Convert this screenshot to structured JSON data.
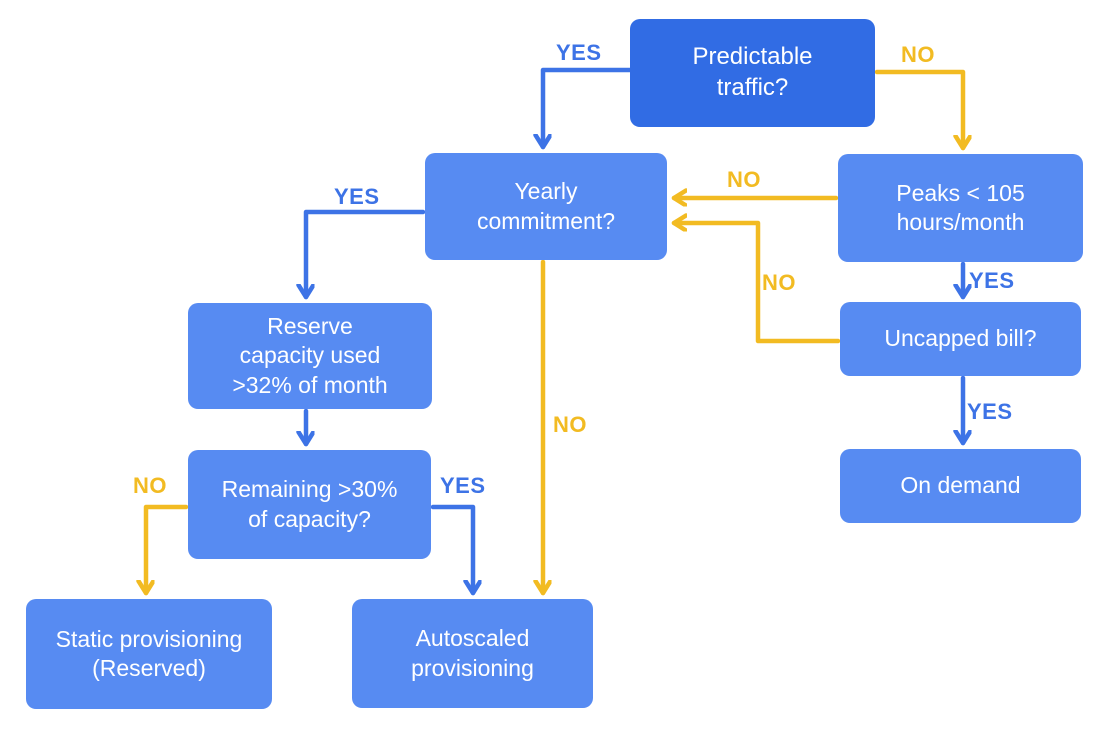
{
  "flowchart": {
    "nodes": {
      "predictable": {
        "label": "Predictable\ntraffic?"
      },
      "yearly": {
        "label": "Yearly\ncommitment?"
      },
      "peaks": {
        "label": "Peaks < 105\nhours/month"
      },
      "uncapped": {
        "label": "Uncapped bill?"
      },
      "ondemand": {
        "label": "On demand"
      },
      "reserve": {
        "label": "Reserve\ncapacity used\n>32% of month"
      },
      "remaining": {
        "label": "Remaining >30%\nof capacity?"
      },
      "static": {
        "label": "Static provisioning\n(Reserved)"
      },
      "autoscaled": {
        "label": "Autoscaled\nprovisioning"
      }
    },
    "edges": {
      "predictable_yes": {
        "from": "predictable",
        "to": "yearly",
        "label": "YES",
        "color": "blue"
      },
      "predictable_no": {
        "from": "predictable",
        "to": "peaks",
        "label": "NO",
        "color": "yellow"
      },
      "peaks_no": {
        "from": "peaks",
        "to": "yearly",
        "label": "NO",
        "color": "yellow"
      },
      "peaks_yes": {
        "from": "peaks",
        "to": "uncapped",
        "label": "YES",
        "color": "blue"
      },
      "uncapped_no": {
        "from": "uncapped",
        "to": "yearly",
        "label": "NO",
        "color": "yellow"
      },
      "uncapped_yes": {
        "from": "uncapped",
        "to": "ondemand",
        "label": "YES",
        "color": "blue"
      },
      "yearly_yes": {
        "from": "yearly",
        "to": "reserve",
        "label": "YES",
        "color": "blue"
      },
      "yearly_no": {
        "from": "yearly",
        "to": "autoscaled",
        "label": "NO",
        "color": "yellow"
      },
      "reserve_next": {
        "from": "reserve",
        "to": "remaining",
        "label": "",
        "color": "blue"
      },
      "remaining_no": {
        "from": "remaining",
        "to": "static",
        "label": "NO",
        "color": "yellow"
      },
      "remaining_yes": {
        "from": "remaining",
        "to": "autoscaled",
        "label": "YES",
        "color": "blue"
      }
    },
    "colors": {
      "yes_color": "#3D73E6",
      "no_color": "#F2BB22",
      "node_fill": "#578BF2",
      "root_fill": "#316CE4",
      "node_text": "#FFFFFF",
      "background": "#FFFFFF"
    }
  }
}
